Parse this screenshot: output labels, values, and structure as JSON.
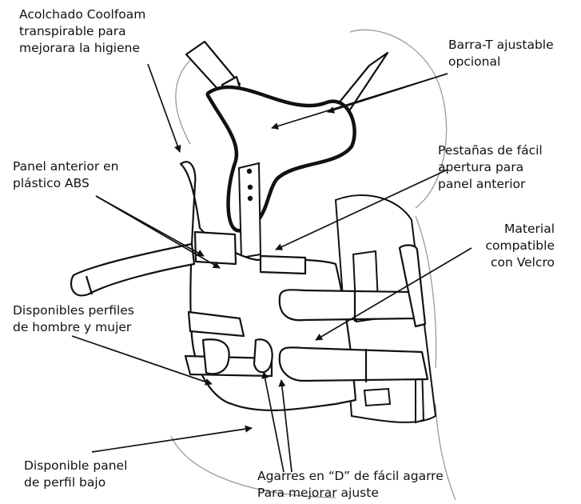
{
  "labels": {
    "coolfoam": [
      "Acolchado Coolfoam",
      "transpirable para",
      "mejorara la higiene"
    ],
    "tbar": [
      "Barra-T ajustable",
      "opcional"
    ],
    "abs": [
      "Panel anterior en",
      "plástico ABS"
    ],
    "tabs": [
      "Pestañas de fácil",
      "apertura para",
      "panel anterior"
    ],
    "velcro": [
      "Material",
      "compatible",
      "con Velcro"
    ],
    "profiles": [
      "Disponibles perfiles",
      "de hombre y mujer"
    ],
    "lowprofile": [
      "Disponible panel",
      "de perfil bajo"
    ],
    "dgrips": [
      "Agarres en “D” de fácil agarre",
      "Para mejorar ajuste"
    ]
  },
  "icons": {
    "brace": "thoracolumbar-brace-illustration",
    "arrow": "leader-arrow-icon"
  },
  "colors": {
    "ink": "#111111",
    "background": "#ffffff",
    "outline": "#1a1a1a"
  }
}
